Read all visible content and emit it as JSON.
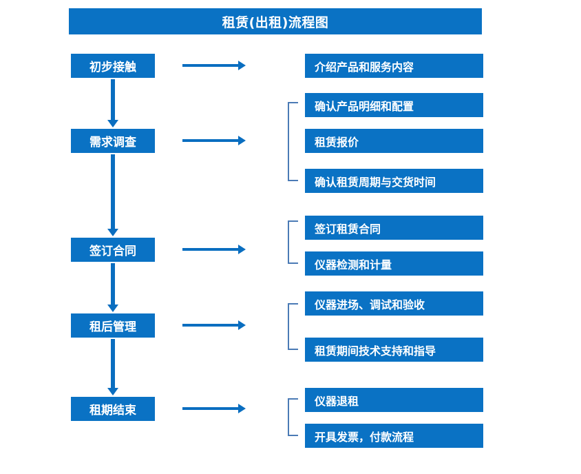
{
  "diagram": {
    "title": "租赁(出租)流程图",
    "accent_color": "#0a72c4",
    "arrow_color": "#0a6ec0",
    "bracket_color": "#4a7ab5",
    "text_color": "#ffffff",
    "background_color": "#ffffff"
  },
  "stages": [
    {
      "id": "stage-1",
      "label": "初步接触"
    },
    {
      "id": "stage-2",
      "label": "需求调查"
    },
    {
      "id": "stage-3",
      "label": "签订合同"
    },
    {
      "id": "stage-4",
      "label": "租后管理"
    },
    {
      "id": "stage-5",
      "label": "租期结束"
    }
  ],
  "details": [
    {
      "id": "detail-1",
      "label": "介绍产品和服务内容",
      "group": 1
    },
    {
      "id": "detail-2",
      "label": "确认产品明细和配置",
      "group": 2
    },
    {
      "id": "detail-3",
      "label": "租赁报价",
      "group": 2
    },
    {
      "id": "detail-4",
      "label": "确认租赁周期与交货时间",
      "group": 2
    },
    {
      "id": "detail-5",
      "label": "签订租赁合同",
      "group": 3
    },
    {
      "id": "detail-6",
      "label": "仪器检测和计量",
      "group": 3
    },
    {
      "id": "detail-7",
      "label": "仪器进场、调试和验收",
      "group": 4
    },
    {
      "id": "detail-8",
      "label": "租赁期间技术支持和指导",
      "group": 4
    },
    {
      "id": "detail-9",
      "label": "仪器退租",
      "group": 5
    },
    {
      "id": "detail-10",
      "label": "开具发票，付款流程",
      "group": 5
    }
  ],
  "connectors": {
    "down_arrows": [
      {
        "id": "flow-arrow-1",
        "from": "初步接触",
        "to": "需求调查"
      },
      {
        "id": "flow-arrow-2",
        "from": "需求调查",
        "to": "签订合同"
      },
      {
        "id": "flow-arrow-3",
        "from": "签订合同",
        "to": "租后管理"
      },
      {
        "id": "flow-arrow-4",
        "from": "租后管理",
        "to": "租期结束"
      }
    ],
    "right_arrows": [
      {
        "id": "detail-arrow-1",
        "from": "初步接触"
      },
      {
        "id": "detail-arrow-2",
        "from": "需求调查"
      },
      {
        "id": "detail-arrow-3",
        "from": "签订合同"
      },
      {
        "id": "detail-arrow-4",
        "from": "租后管理"
      },
      {
        "id": "detail-arrow-5",
        "from": "租期结束"
      }
    ]
  }
}
